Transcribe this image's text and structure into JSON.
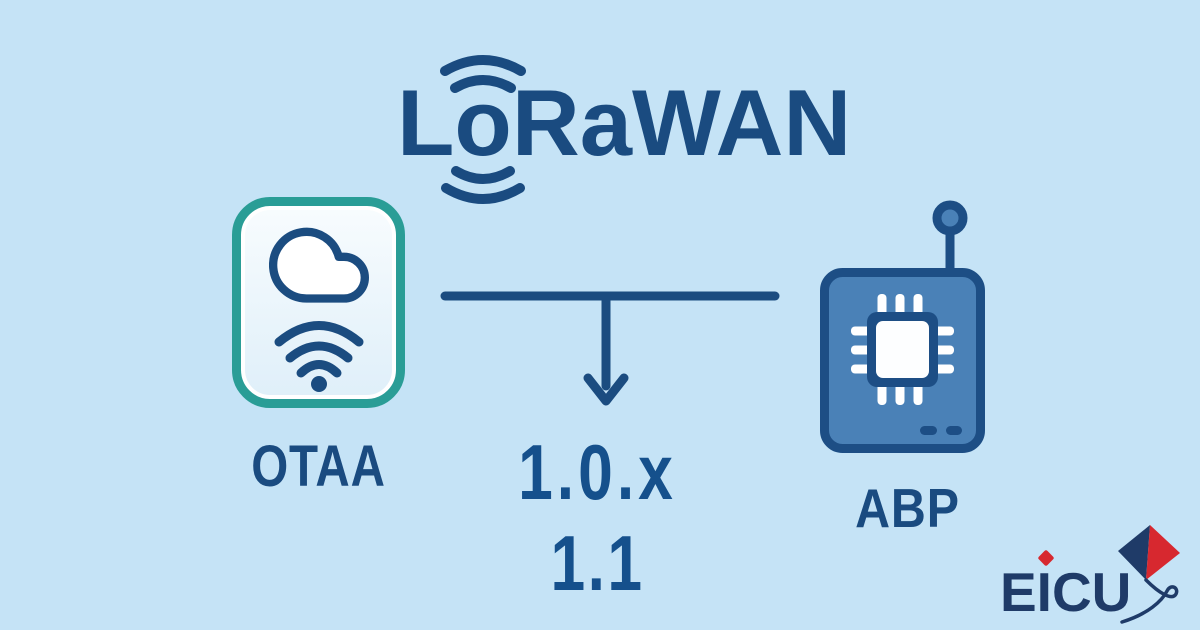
{
  "colors": {
    "background": "#C5E3F6",
    "navy": "#1A4B80",
    "teal_border": "#2A9D96",
    "card_fill_top": "#F8FCFE",
    "card_fill_bottom": "#DFEFF9",
    "device_blue": "#4A81B7",
    "device_border": "#1D4E85",
    "version_text": "#15508C",
    "logo_navy": "#1F3B68",
    "logo_red": "#D7282F"
  },
  "title": {
    "text": "LoRaWAN",
    "part_l": "L",
    "part_o": "o",
    "part_rest": "RaWAN",
    "signal_icon": "radio-waves-icon"
  },
  "left_node": {
    "label": "OTAA",
    "icons": [
      "cloud-icon",
      "wifi-icon"
    ]
  },
  "right_node": {
    "label": "ABP",
    "icon": "chip-device-icon"
  },
  "connector": {
    "arrow": "down-arrow-icon",
    "version_line1": "1.0.x",
    "version_line2": "1.1"
  },
  "logo": {
    "text": "EICU",
    "icon": "kite-icon"
  }
}
